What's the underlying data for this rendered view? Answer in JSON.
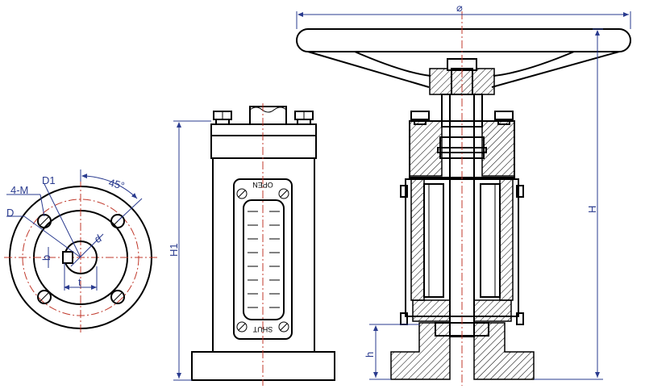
{
  "labels": {
    "diameter": "⌀",
    "height": "H",
    "height1": "H1",
    "height_small": "h",
    "bolt_holes": "4-M",
    "pitch_circle": "D1",
    "outer_diameter": "D",
    "angle": "45°",
    "key_width": "b",
    "shaft_dia": "d",
    "key_depth": "t",
    "window_top": "OPEN",
    "window_bottom": "SHUT"
  },
  "colors": {
    "outline": "#000000",
    "dimension": "#2a3b8f",
    "centerline": "#c0392b"
  }
}
